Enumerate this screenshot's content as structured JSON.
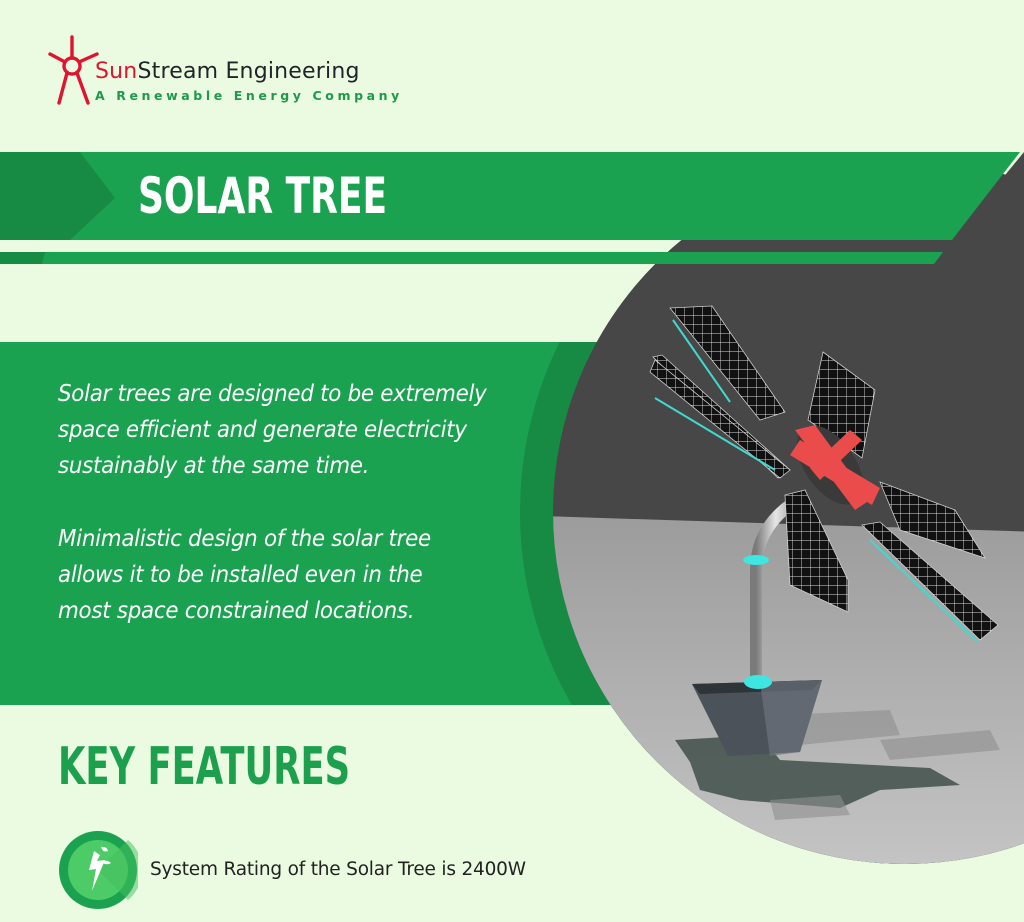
{
  "brand": {
    "name_part1": "Sun",
    "name_part2": "Stream Engineering",
    "tagline": "A Renewable Energy Company",
    "logo_icon": "sun-icon"
  },
  "banner": {
    "title": "SOLAR TREE"
  },
  "description": {
    "paragraphs": [
      [
        "Solar trees are designed to be extremely",
        "space efficient and generate electricity",
        "sustainably at the same time."
      ],
      [
        "Minimalistic design of the solar tree",
        "allows it to be installed even in the",
        "most space constrained locations."
      ]
    ]
  },
  "key_features": {
    "title": "KEY FEATURES",
    "items": [
      {
        "icon": "eco-lightning-icon",
        "text": "System Rating of the Solar Tree is 2400W"
      }
    ]
  },
  "illustration": {
    "subject": "solar tree 3D render",
    "alt": "Solar tree with multiple solar panels on a curved pole"
  },
  "colors": {
    "background": "#ebfbe2",
    "primary_green": "#1ba251",
    "dark_green": "#178a44",
    "accent_red": "#e0142f",
    "wall_gray": "#474747",
    "floor_gray": "#a6a6a6"
  }
}
